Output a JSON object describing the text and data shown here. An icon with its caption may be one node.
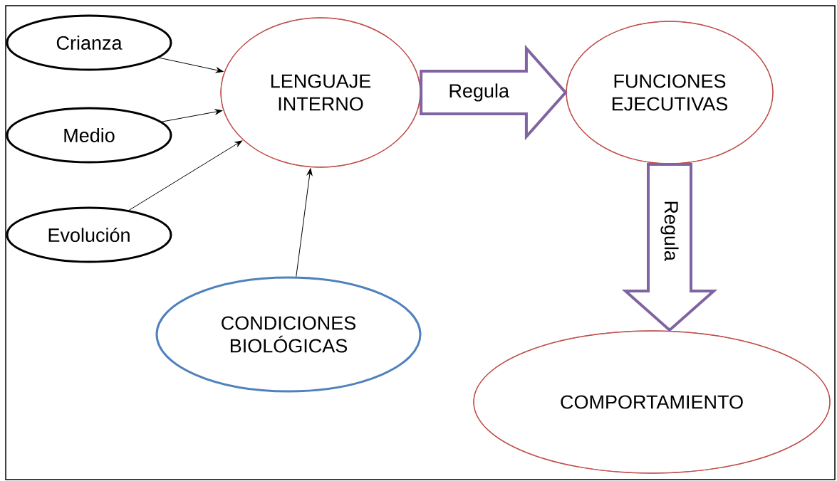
{
  "diagram": {
    "nodes": [
      {
        "text": [
          "Crianza"
        ]
      },
      {
        "text": [
          "Medio"
        ]
      },
      {
        "text": [
          "Evolución"
        ]
      },
      {
        "text": [
          "LENGUAJE INTERNO"
        ]
      },
      {
        "text": [
          "FUNCIONES EJECUTIVAS"
        ]
      },
      {
        "text": [
          "CONDICIONES BIOLÓGICAS"
        ]
      },
      {
        "text": [
          "COMPORTAMIENTO"
        ]
      }
    ],
    "edges": [
      {
        "from": 0,
        "to": 3,
        "arrow": "to"
      },
      {
        "from": 1,
        "to": 3,
        "arrow": "to"
      },
      {
        "from": 2,
        "to": 3,
        "arrow": "to"
      },
      {
        "from": 5,
        "to": 3,
        "arrow": "to"
      },
      {
        "from": 3,
        "to": 4,
        "arrow": "to",
        "label": "Regula",
        "style": "thick",
        "color": "#8064a2"
      },
      {
        "from": 4,
        "to": 6,
        "arrow": "to",
        "label": "Regula",
        "style": "thick",
        "color": "#8064a2"
      }
    ]
  }
}
